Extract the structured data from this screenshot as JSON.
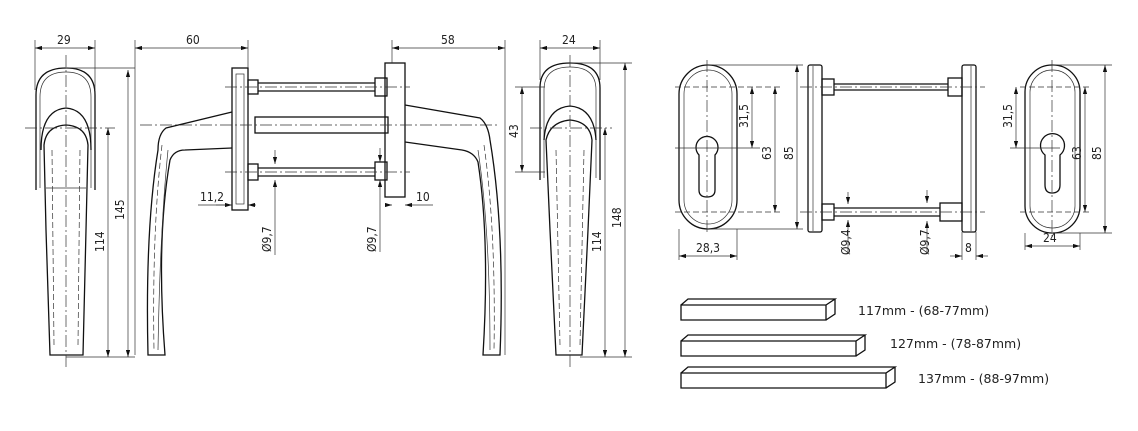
{
  "front_view_left": {
    "width": "29",
    "height_total": "145",
    "height_grip": "114"
  },
  "side_assembly": {
    "left_projection": "60",
    "right_projection": "58",
    "left_rosette_thickness": "11,2",
    "right_rosette_thickness": "10",
    "left_screw_diameter": "Ø9,7",
    "right_screw_diameter": "Ø9,7"
  },
  "front_view_right": {
    "width": "24",
    "spindle_offset": "43",
    "height_total": "148",
    "height_grip": "114"
  },
  "escutcheon_left": {
    "half_spacing": "31,5",
    "screw_spacing": "63",
    "height": "85",
    "width": "28,3"
  },
  "escutcheon_side": {
    "left_screw_diameter": "Ø9,4",
    "right_screw_diameter": "Ø9,7",
    "plate_thickness": "8"
  },
  "escutcheon_right": {
    "half_spacing": "31,5",
    "screw_spacing": "63",
    "height": "85",
    "width": "24"
  },
  "spindles": [
    {
      "label": "117mm - (68-77mm)"
    },
    {
      "label": "127mm - (78-87mm)"
    },
    {
      "label": "137mm - (88-97mm)"
    }
  ]
}
